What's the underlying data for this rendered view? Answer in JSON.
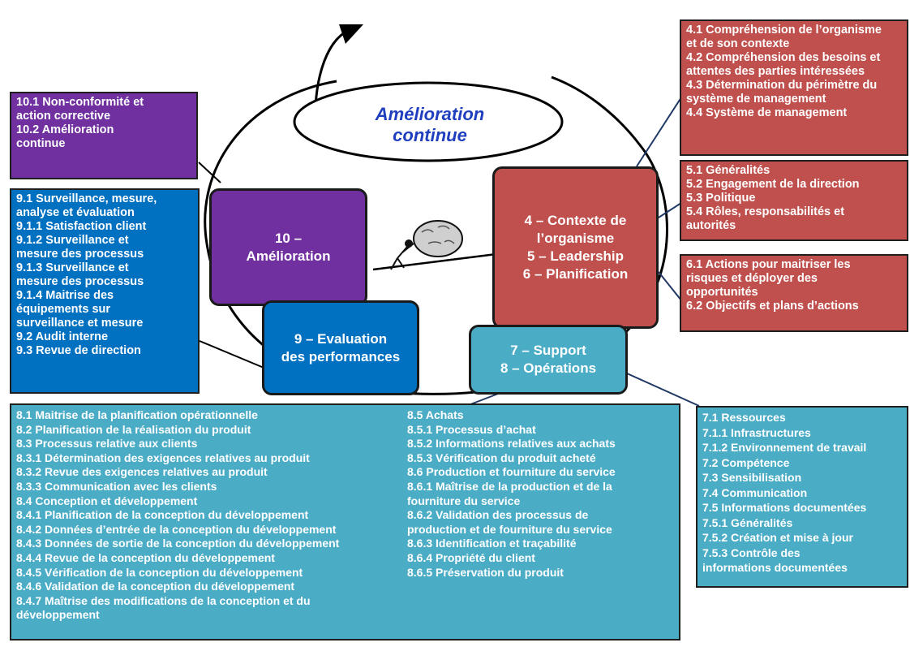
{
  "title": {
    "line1": "Amélioration",
    "line2": "continue"
  },
  "colors": {
    "red": "#c0504d",
    "purple": "#7030a0",
    "blue": "#0070c0",
    "teal": "#4bacc6",
    "title": "#1f3fbf"
  },
  "nodes": {
    "ameliore": [
      "10 –",
      "Amélioration"
    ],
    "contexte": [
      "4 – Contexte de",
      "l’organisme",
      "5 – Leadership",
      "6 – Planification"
    ],
    "evaluation": [
      "9 – Evaluation",
      "des performances"
    ],
    "support": [
      "7 – Support",
      "8 – Opérations"
    ]
  },
  "boxes": {
    "clause4": [
      "4.1 Compréhension de l’organisme",
      "et de son contexte",
      "4.2 Compréhension des besoins et",
      "attentes des parties intéressées",
      "4.3 Détermination du périmètre du",
      "système de management",
      "4.4 Système de management"
    ],
    "clause5": [
      "5.1 Généralités",
      "5.2 Engagement de la direction",
      "5.3 Politique",
      "5.4 Rôles, responsabilités et",
      "autorités"
    ],
    "clause6": [
      "6.1 Actions pour maitriser les",
      "risques et déployer des",
      "opportunités",
      "6.2 Objectifs et plans d’actions"
    ],
    "clause10": [
      "10.1 Non-conformité et",
      "action corrective",
      "10.2 Amélioration",
      "continue"
    ],
    "clause9": [
      "9.1 Surveillance, mesure,",
      "analyse et évaluation",
      "9.1.1 Satisfaction client",
      "9.1.2  Surveillance et",
      "mesure des processus",
      "9.1.3 Surveillance et",
      "mesure des processus",
      "9.1.4  Maitrise des",
      "équipements sur",
      "surveillance et mesure",
      "9.2 Audit interne",
      "9.3 Revue de direction"
    ],
    "clause7": [
      "7.1 Ressources",
      "7.1.1 Infrastructures",
      "7.1.2 Environnement de travail",
      "7.2 Compétence",
      "7.3 Sensibilisation",
      "7.4 Communication",
      "7.5 Informations documentées",
      "7.5.1 Généralités",
      "7.5.2 Création et mise à jour",
      "7.5.3 Contrôle des",
      "informations documentées"
    ],
    "clause8a": [
      "8.1 Maitrise de la planification opérationnelle",
      "8.2 Planification de la réalisation du produit",
      "8.3 Processus relative aux clients",
      "8.3.1 Détermination des exigences relatives au produit",
      "8.3.2  Revue des exigences relatives au produit",
      "8.3.3 Communication avec les clients",
      "8.4  Conception et développement",
      "8.4.1 Planification de la conception du développement",
      "8.4.2 Données d’entrée de la conception du développement",
      "8.4.3 Données de sortie de la conception du développement",
      "8.4.4 Revue de la conception du développement",
      "8.4.5 Vérification de la conception du développement",
      "8.4.6 Validation de la conception du développement",
      "8.4.7 Maîtrise des modifications de la conception et du",
      "développement"
    ],
    "clause8b": [
      "8.5 Achats",
      "8.5.1 Processus d’achat",
      "8.5.2 Informations relatives aux achats",
      "8.5.3 Vérification du produit acheté",
      "8.6 Production et fourniture du service",
      "8.6.1 Maîtrise de la production et de la",
      "fourniture du service",
      "8.6.2 Validation des processus de",
      "production et de fourniture du service",
      "8.6.3 Identification et traçabilité",
      "8.6.4 Propriété du client",
      "8.6.5 Préservation du produit"
    ]
  }
}
